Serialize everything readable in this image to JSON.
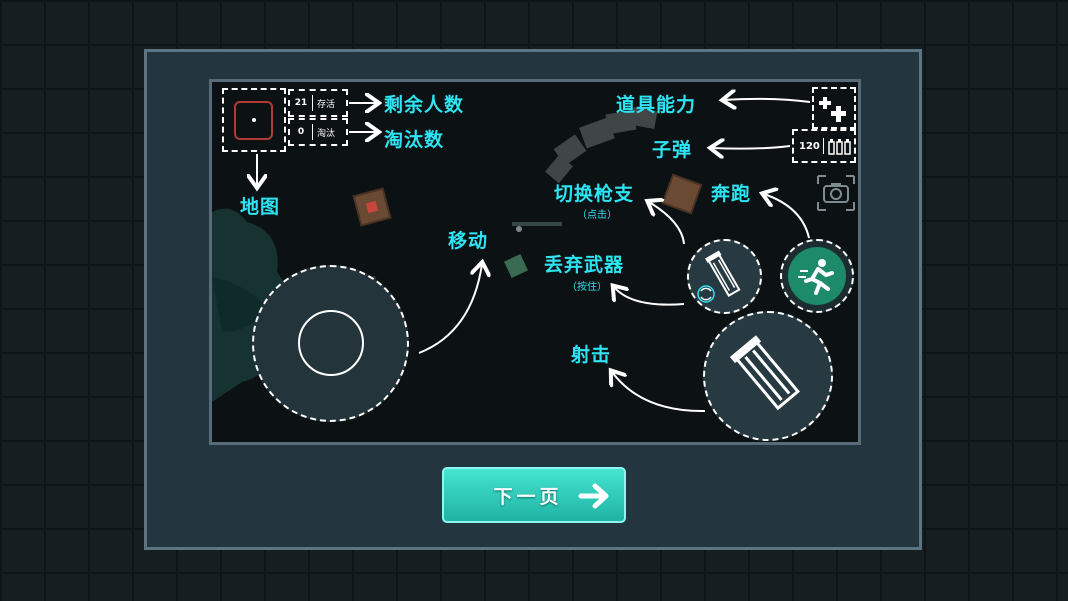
{
  "minimap": {
    "label": "地图"
  },
  "stats": {
    "alive": {
      "count": "21",
      "label": "存活",
      "caption": "剩余人数"
    },
    "eliminated": {
      "count": "0",
      "label": "淘汰",
      "caption": "淘汰数"
    }
  },
  "skills": {
    "caption": "道具能力"
  },
  "ammo": {
    "count": "120",
    "caption": "子弹"
  },
  "controls": {
    "move": "移动",
    "switch_weapon": "切换枪支",
    "switch_weapon_hint": "（点击）",
    "drop_weapon": "丢弃武器",
    "drop_weapon_hint": "（按住）",
    "sprint": "奔跑",
    "shoot": "射击"
  },
  "next_button": {
    "label": "下一页"
  },
  "colors": {
    "accent_cyan": "#2ee3f2",
    "button_teal": "#2ec9b8",
    "sprint_green": "#1d8a6a"
  }
}
